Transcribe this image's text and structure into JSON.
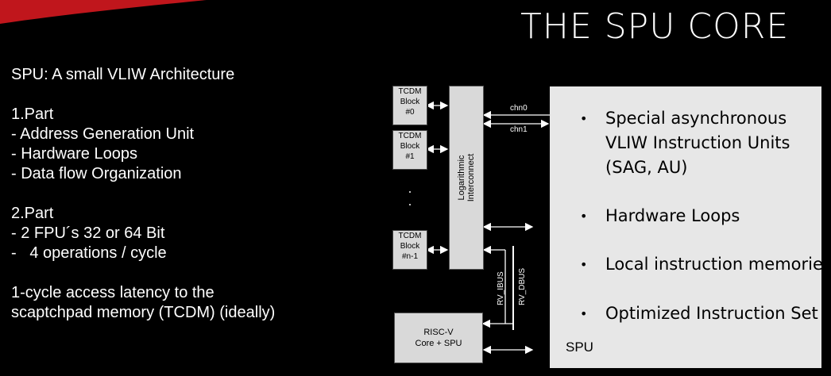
{
  "title": "THE  SPU CORE",
  "left_text": {
    "heading": "SPU: A small VLIW Architecture",
    "part1_title": "1.Part",
    "part1_items": [
      "- Address Generation Unit",
      "- Hardware Loops",
      "- Data flow Organization"
    ],
    "part2_title": "2.Part",
    "part2_items": [
      "- 2 FPU´s 32 or 64 Bit",
      "-   4 operations / cycle"
    ],
    "latency_lines": [
      "1-cycle access latency to the",
      "scaptchpad memory (TCDM) (ideally)"
    ]
  },
  "diagram": {
    "tcdm_blocks": [
      {
        "line1": "TCDM",
        "line2": "Block",
        "line3": "#0"
      },
      {
        "line1": "TCDM",
        "line2": "Block",
        "line3": "#1"
      },
      {
        "line1": "TCDM",
        "line2": "Block",
        "line3": "#n-1"
      }
    ],
    "interconnect_line1": "Logarithmic",
    "interconnect_line2": "Interconnect",
    "chn0": "chn0",
    "chn1": "chn1",
    "rv_ibus": "RV_IBUS",
    "rv_dbus": "RV_DBUS",
    "riscv_line1": "RISC-V",
    "riscv_line2": "Core + SPU"
  },
  "spu": {
    "bullets": [
      {
        "line1": "Special asynchronous",
        "line2": "VLIW Instruction Units",
        "line3": "(SAG, AU)"
      },
      {
        "line1": "Hardware Loops"
      },
      {
        "line1": "Local instruction memories"
      },
      {
        "line1": "Optimized Instruction Set"
      }
    ],
    "label": "SPU"
  },
  "colors": {
    "background": "#000000",
    "accent": "#c0161c",
    "box_fill": "#d9d9d9",
    "spu_fill": "#e7e7e7"
  }
}
